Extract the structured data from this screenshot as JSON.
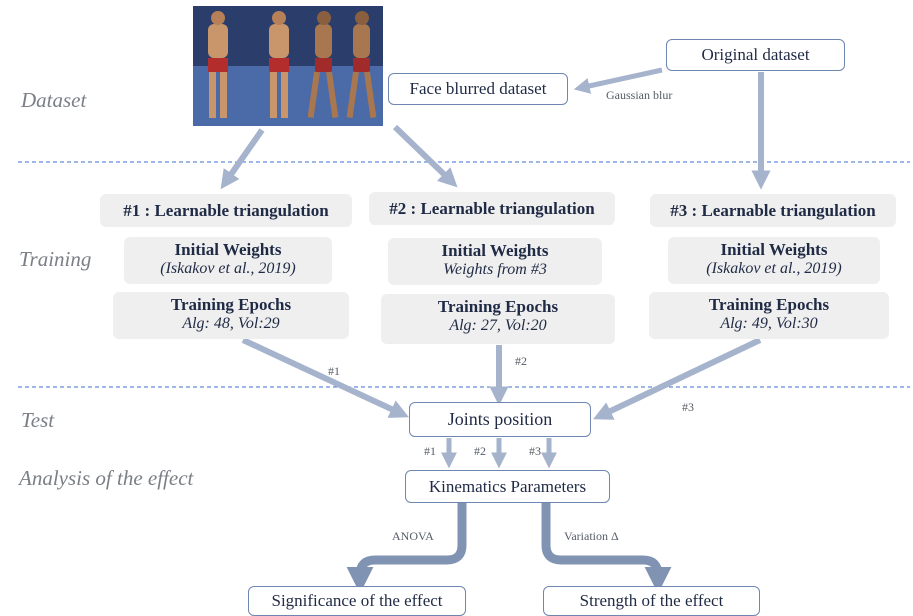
{
  "stages": {
    "dataset": "Dataset",
    "training": "Training",
    "test": "Test",
    "analysis": "Analysis of  the effect"
  },
  "dataset": {
    "original": "Original dataset",
    "blurred": "Face blurred dataset",
    "blur_label": "Gaussian blur"
  },
  "training": [
    {
      "title": "#1 : Learnable triangulation",
      "weights_title": "Initial Weights",
      "weights_value": "(Iskakov et al., 2019)",
      "epochs_title": "Training Epochs",
      "epochs_value": "Alg: 48, Vol:29"
    },
    {
      "title": "#2 : Learnable triangulation",
      "weights_title": "Initial Weights",
      "weights_value": "Weights from #3",
      "epochs_title": "Training Epochs",
      "epochs_value": "Alg: 27, Vol:20"
    },
    {
      "title": "#3 : Learnable triangulation",
      "weights_title": "Initial Weights",
      "weights_value": "(Iskakov et al., 2019)",
      "epochs_title": "Training Epochs",
      "epochs_value": "Alg: 49, Vol:30"
    }
  ],
  "test": {
    "joints": "Joints position",
    "arrow_labels": [
      "#1",
      "#2",
      "#3"
    ]
  },
  "analysis": {
    "kinematics": "Kinematics Parameters",
    "anova_label": "ANOVA",
    "variation_label": "Variation Δ",
    "significance": "Significance of the effect",
    "strength": "Strength of the effect"
  },
  "colors": {
    "arrow": "#a6b3cc",
    "thick_arrow": "#8093b2",
    "box_border": "#6f86b0",
    "gray_box": "#efefef",
    "dashed_line": "#3f6fd1"
  }
}
